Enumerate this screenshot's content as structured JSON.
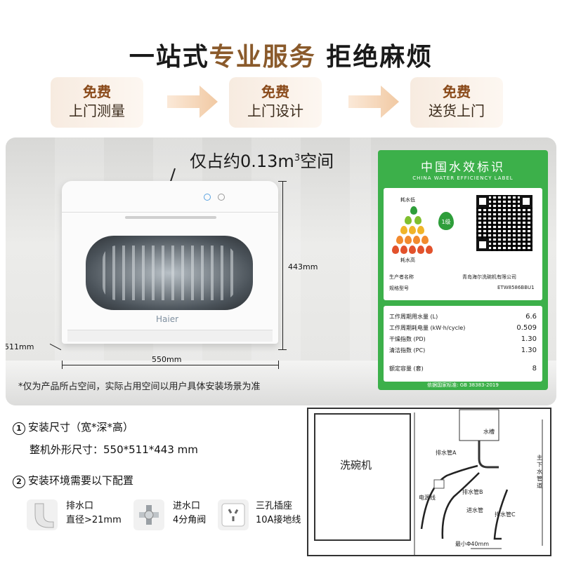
{
  "headline": {
    "part1": "一站式",
    "part2": "专业服务",
    "part3": " 拒绝麻烦"
  },
  "steps": [
    {
      "l1": "免费",
      "l2": "上门测量"
    },
    {
      "l1": "免费",
      "l2": "上门设计"
    },
    {
      "l1": "免费",
      "l2": "送货上门"
    }
  ],
  "photo": {
    "volume_text": "仅占约0.13m",
    "volume_sup": "3",
    "volume_tail": "空间",
    "brand": "Haier",
    "height_dim": "443mm",
    "width_dim": "550mm",
    "depth_dim": "511mm",
    "footnote": "*仅为产品所占空间，实际占用空间以用户具体安装场景为准"
  },
  "label": {
    "title": "中国水效标识",
    "subtitle": "CHINA WATER EFFICIENCY LABEL",
    "low": "耗水低",
    "high": "耗水高",
    "grade": "1级",
    "maker_key": "生产者名称",
    "maker_val": "青岛海尔洗碗机有限公司",
    "model_key": "规格型号",
    "model_val": "ETW8586BBU1",
    "rows": [
      {
        "k": "工作周期用水量 (L)",
        "v": "6.6"
      },
      {
        "k": "工作周期耗电量 (kW·h/cycle)",
        "v": "0.509"
      },
      {
        "k": "干燥指数 (PD)",
        "v": "1.30"
      },
      {
        "k": "清洁指数 (PC)",
        "v": "1.30"
      },
      {
        "k": "额定容量 (套)",
        "v": "8"
      }
    ],
    "footer_key": "依据国家标准:",
    "footer_val": "GB 38383-2019"
  },
  "install": {
    "item1_num": "1",
    "item1_title": "安装尺寸（宽*深*高）",
    "item1_detail": "整机外形尺寸：550*511*443 mm",
    "item2_num": "2",
    "item2_title": "安装环境需要以下配置",
    "req": [
      {
        "icon": "drain-pipe-icon",
        "t": "排水口",
        "d": "直径>21mm"
      },
      {
        "icon": "angle-valve-icon",
        "t": "进水口",
        "d": "4分角阀"
      },
      {
        "icon": "socket-icon",
        "t": "三孔插座",
        "d": "10A接地线"
      }
    ]
  },
  "diagram": {
    "dishwasher": "洗碗机",
    "sink": "水槽",
    "main_pipe": "主下水管道",
    "drain_a": "排水管A",
    "drain_b": "排水管B",
    "drain_c": "排水管C",
    "power": "电源线",
    "inlet": "进水管",
    "min": "最小Φ40mm"
  },
  "colors": {
    "accent": "#8a5a2b",
    "label_green": "#3cb04a"
  }
}
